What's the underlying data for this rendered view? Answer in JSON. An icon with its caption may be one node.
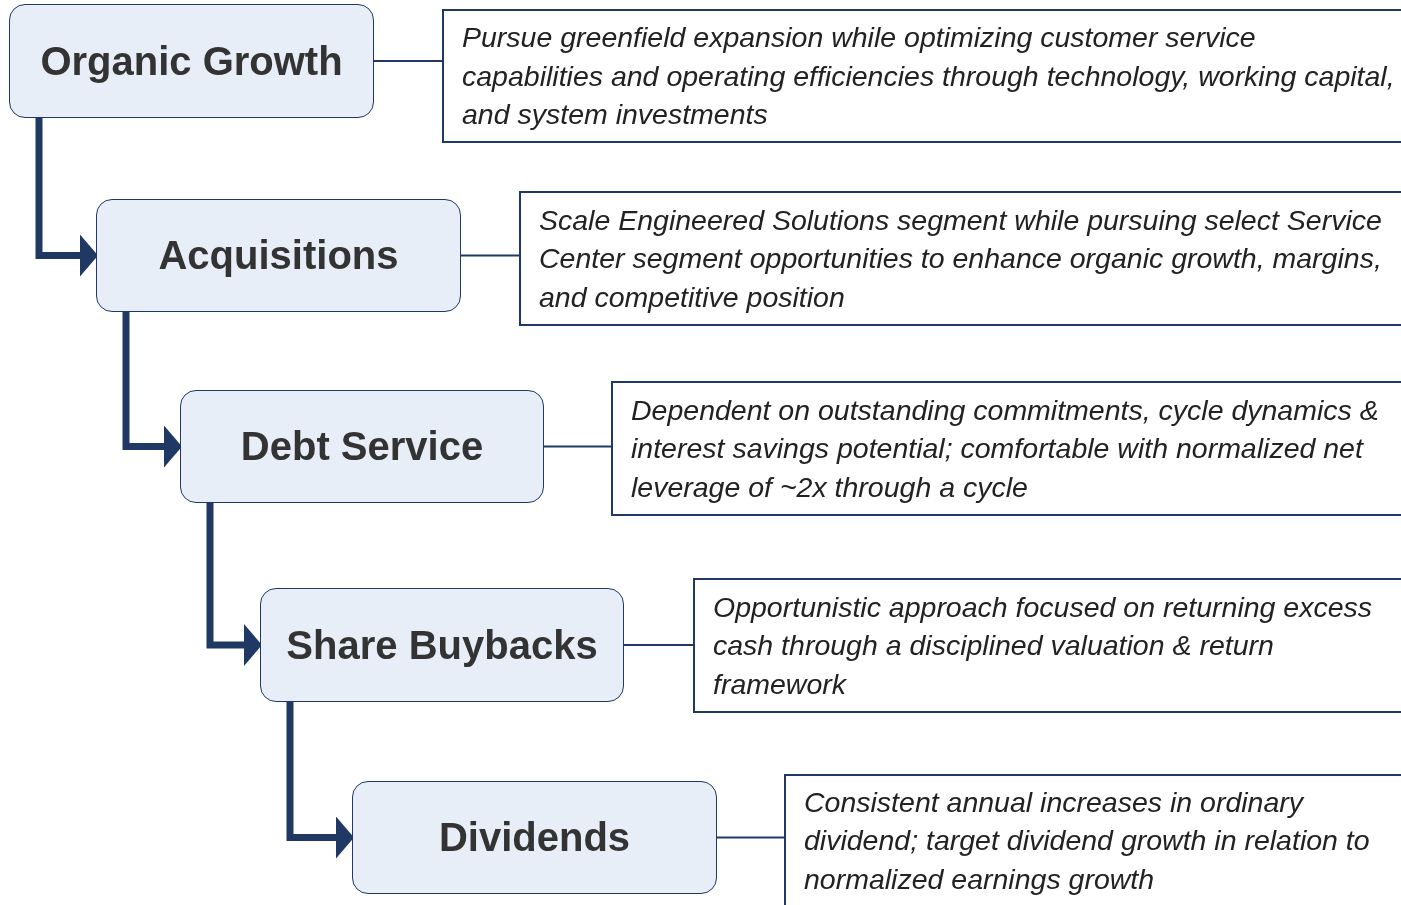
{
  "diagram": {
    "nodes": [
      {
        "text": [
          "Organic Growth"
        ]
      },
      {
        "text": [
          "Pursue greenfield expansion while optimizing customer service capabilities and operating efficiencies through technology, working capital, and system investments"
        ]
      },
      {
        "text": [
          "Acquisitions"
        ]
      },
      {
        "text": [
          "Scale Engineered Solutions segment while pursuing select Service Center segment opportunities to enhance organic growth, margins, and competitive position"
        ]
      },
      {
        "text": [
          "Debt Service"
        ]
      },
      {
        "text": [
          "Dependent on outstanding commitments, cycle dynamics & interest savings potential; comfortable with normalized net leverage of ~2x through a cycle"
        ]
      },
      {
        "text": [
          "Share Buybacks"
        ]
      },
      {
        "text": [
          "Opportunistic approach focused on returning excess cash through a disciplined valuation & return framework"
        ]
      },
      {
        "text": [
          "Dividends"
        ]
      },
      {
        "text": [
          "Consistent annual increases in ordinary dividend; target dividend growth in relation to normalized earnings growth"
        ]
      }
    ],
    "edges": [
      {
        "from": 0,
        "to": 1,
        "arrow": "none"
      },
      {
        "from": 2,
        "to": 3,
        "arrow": "none"
      },
      {
        "from": 4,
        "to": 5,
        "arrow": "none"
      },
      {
        "from": 6,
        "to": 7,
        "arrow": "none"
      },
      {
        "from": 8,
        "to": 9,
        "arrow": "none"
      },
      {
        "from": 0,
        "to": 2,
        "arrow": "to",
        "style": "thick"
      },
      {
        "from": 2,
        "to": 4,
        "arrow": "to",
        "style": "thick"
      },
      {
        "from": 4,
        "to": 6,
        "arrow": "to",
        "style": "thick"
      },
      {
        "from": 6,
        "to": 8,
        "arrow": "to",
        "style": "thick"
      }
    ]
  }
}
